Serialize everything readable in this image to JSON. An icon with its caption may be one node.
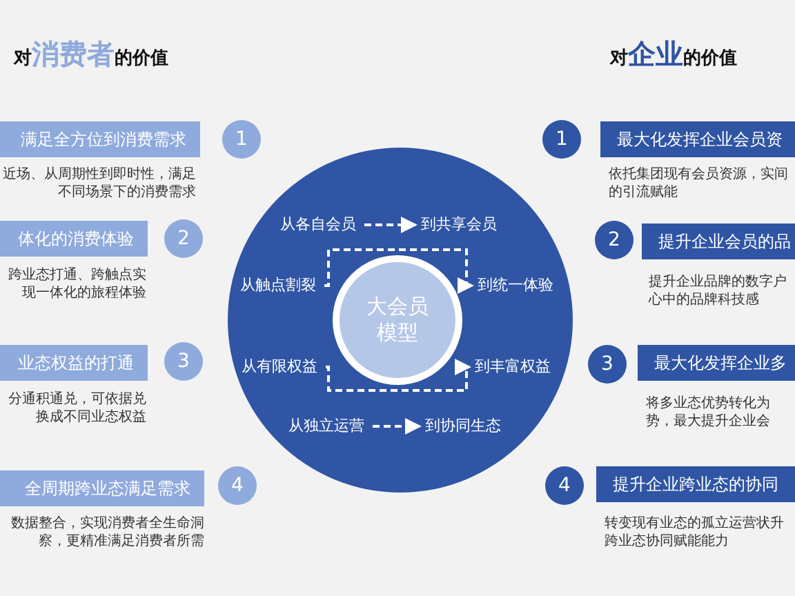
{
  "diagram": {
    "nodes": [
      {
        "text": [],
        "shape": "circle"
      },
      {
        "text": [
          "大会员模型"
        ],
        "in": 0
      },
      {
        "text": [
          "从各自会员"
        ],
        "in": 0
      },
      {
        "text": [
          "到共享会员"
        ],
        "in": 0
      },
      {
        "text": [
          "从触点割裂"
        ],
        "in": 0
      },
      {
        "text": [
          "到统一体验"
        ],
        "in": 0
      },
      {
        "text": [
          "从有限权益"
        ],
        "in": 0
      },
      {
        "text": [
          "到丰富权益"
        ],
        "in": 0
      },
      {
        "text": [
          "从独立运营"
        ],
        "in": 0
      },
      {
        "text": [
          "到协同生态"
        ],
        "in": 0
      },
      {
        "text": [
          "满足全方位到消费需求"
        ],
        "beside": [
          "近场、从周期性到即时性，满足不同场景下的消费需求"
        ]
      },
      {
        "text": [
          "1"
        ]
      },
      {
        "text": [
          "体化的消费体验"
        ],
        "beside": [
          "跨业态打通、跨触点实现一体化的旅程体验"
        ]
      },
      {
        "text": [
          "2"
        ]
      },
      {
        "text": [
          "业态权益的打通"
        ],
        "beside": [
          "分通积通兑，可依据兑换成不同业态权益"
        ]
      },
      {
        "text": [
          "3"
        ]
      },
      {
        "text": [
          "全周期跨业态满足需求"
        ],
        "beside": [
          "数据整合，实现消费者全生命洞察，更精准满足消费者所需"
        ]
      },
      {
        "text": [
          "4"
        ]
      },
      {
        "text": [
          "1"
        ]
      },
      {
        "text": [
          "最大化发挥企业会员资"
        ],
        "beside": [
          "依托集团现有会员资源，实间的引流赋能"
        ]
      },
      {
        "text": [
          "2"
        ]
      },
      {
        "text": [
          "提升企业会员的品"
        ],
        "beside": [
          "提升企业品牌的数字户心中的品牌科技感"
        ]
      },
      {
        "text": [
          "3"
        ]
      },
      {
        "text": [
          "最大化发挥企业多"
        ],
        "beside": [
          "将多业态优势转化为势，最大提升企业会"
        ]
      },
      {
        "text": [
          "4"
        ]
      },
      {
        "text": [
          "提升企业跨业态的协同"
        ],
        "beside": [
          "转变现有业态的孤立运营状升跨业态协同赋能能力"
        ]
      }
    ],
    "edges": [
      {
        "from": 2,
        "to": 3,
        "arrow": "to",
        "style": "dashed"
      },
      {
        "from": 4,
        "to": 5,
        "arrow": "to",
        "style": "dashed"
      },
      {
        "from": 6,
        "to": 7,
        "arrow": "to",
        "style": "dashed"
      },
      {
        "from": 8,
        "to": 9,
        "arrow": "to",
        "style": "dashed"
      }
    ],
    "labels": [
      "对**消费者**的价值",
      "对**企业**的价值"
    ]
  }
}
